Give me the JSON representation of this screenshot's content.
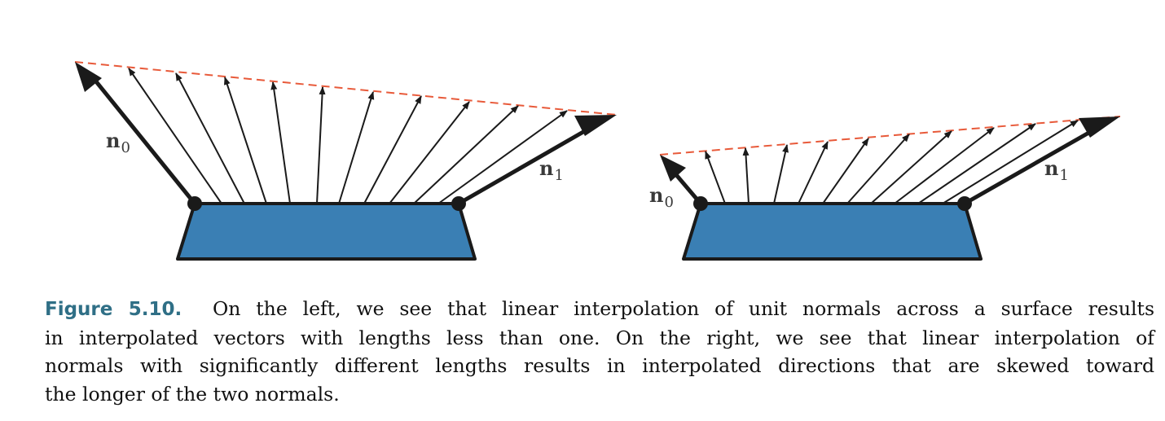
{
  "figure": {
    "left": {
      "normal_start_label": "n",
      "normal_start_sub": "0",
      "normal_end_label": "n",
      "normal_end_sub": "1"
    },
    "right": {
      "normal_start_label": "n",
      "normal_start_sub": "0",
      "normal_end_label": "n",
      "normal_end_sub": "1"
    },
    "colors": {
      "surface_fill": "#3a7fb4",
      "outline": "#1a1a1a",
      "interp_line": "#e85a3a"
    }
  },
  "caption": {
    "label": "Figure 5.10.",
    "lines": [
      "On the left, we see that linear interpolation of unit normals across a surface results",
      "in interpolated vectors with lengths less than one. On the right, we see that linear interpolation of",
      "normals with significantly different lengths results in interpolated directions that are skewed toward",
      "the longer of the two normals."
    ]
  }
}
